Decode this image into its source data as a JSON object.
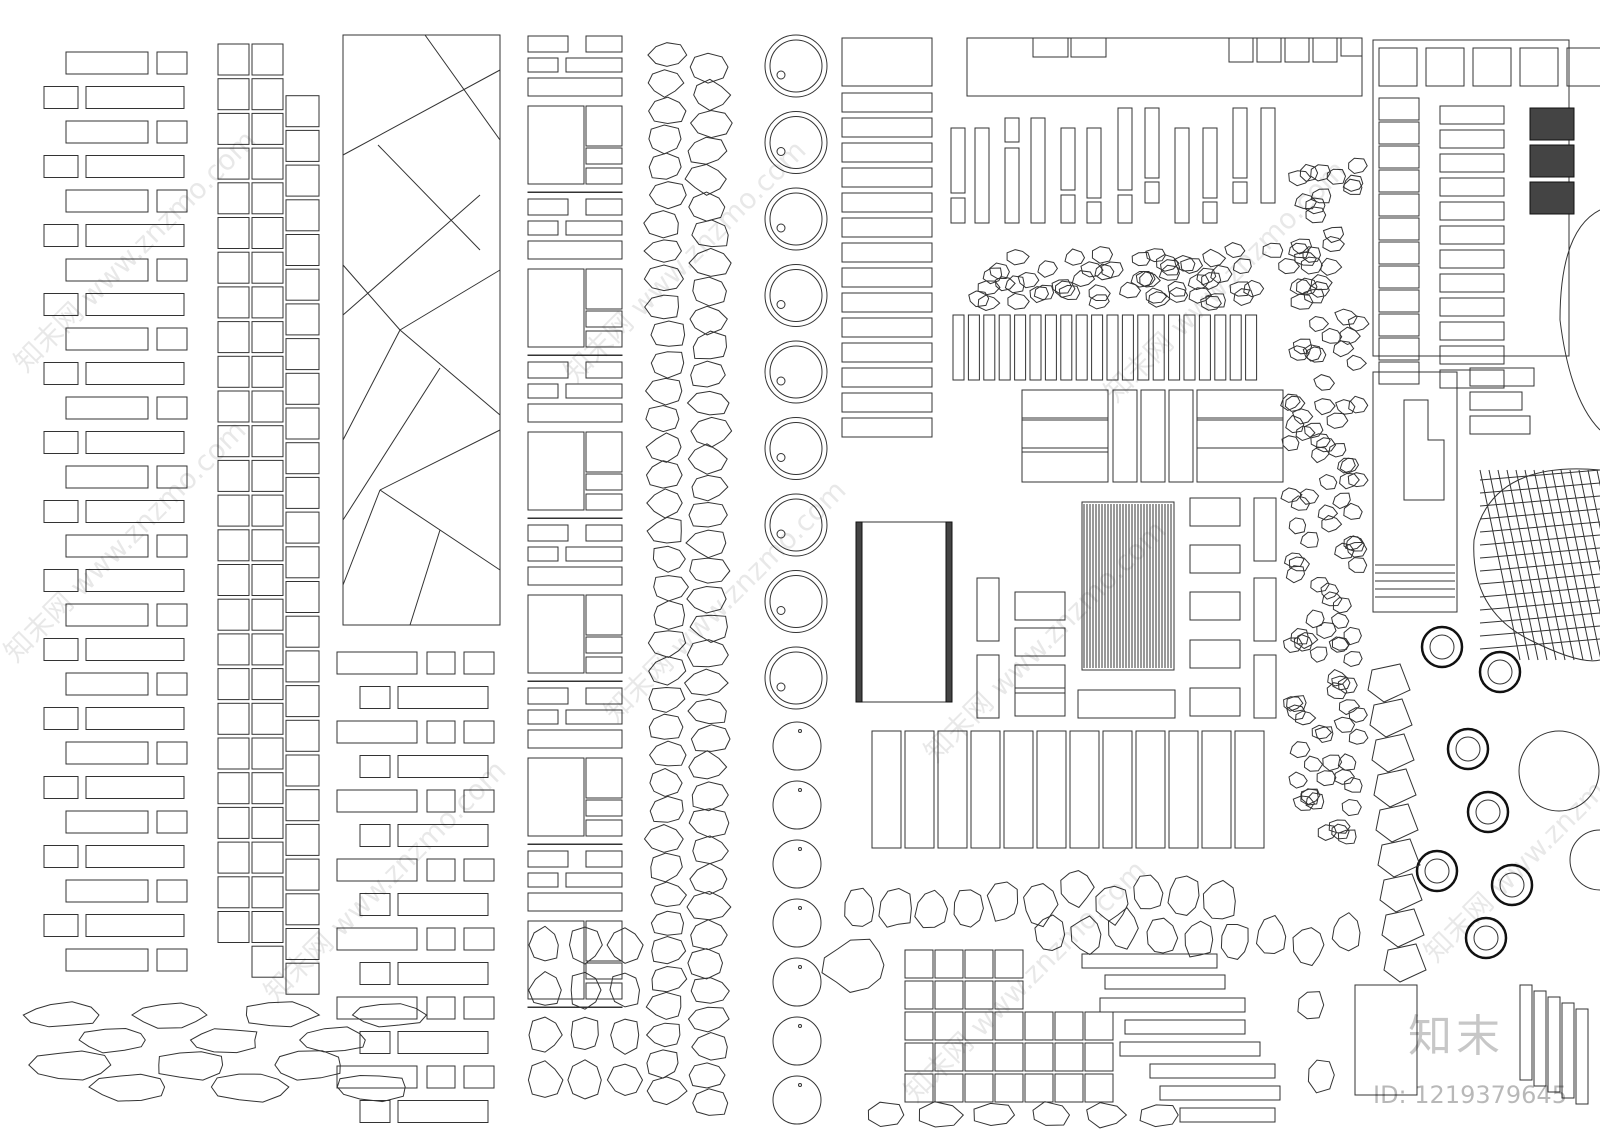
{
  "watermark": {
    "text": "知末网 www.znzmo.com",
    "brand": "知末",
    "id_label": "ID: 1219379645"
  },
  "colors": {
    "line": "#333333",
    "fill_dark": "#444444",
    "background": "#ffffff"
  }
}
